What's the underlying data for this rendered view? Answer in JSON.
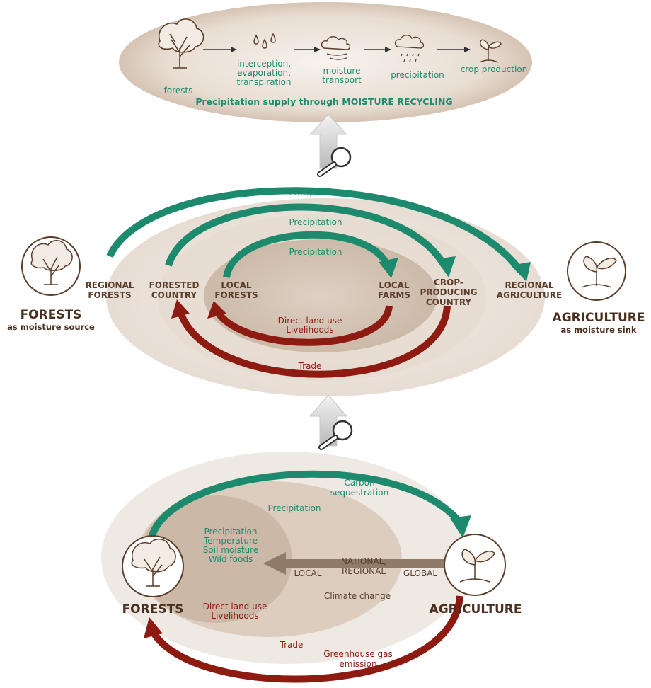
{
  "top": {
    "forests": "forests",
    "evap": [
      "interception,",
      "evaporation,",
      "transpiration"
    ],
    "moisture": [
      "moisture",
      "transport"
    ],
    "precipitation": "precipitation",
    "crop": "crop production",
    "caption": "Precipitation supply through MOISTURE RECYCLING"
  },
  "middle": {
    "precip_outer": "Precipitation",
    "precip_mid": "Precipitation",
    "precip_inner": "Precipitation",
    "regional_forests": [
      "REGIONAL",
      "FORESTS"
    ],
    "forested_country": [
      "FORESTED",
      "COUNTRY"
    ],
    "local_forests": [
      "LOCAL",
      "FORESTS"
    ],
    "local_farms": [
      "LOCAL",
      "FARMS"
    ],
    "crop_country": [
      "CROP-",
      "PRODUCING",
      "COUNTRY"
    ],
    "regional_agri": [
      "REGIONAL",
      "AGRICULTURE"
    ],
    "direct": [
      "Direct land use",
      "Livelihoods"
    ],
    "trade": "Trade",
    "forests_title": "FORESTS",
    "forests_sub": "as moisture source",
    "agri_title": "AGRICULTURE",
    "agri_sub": "as moisture sink"
  },
  "bottom": {
    "carbon": [
      "Carbon",
      "sequestration"
    ],
    "precip": "Precipitation",
    "local_list": [
      "Precipitation",
      "Temperature",
      "Soil moisture",
      "Wild foods"
    ],
    "local": "LOCAL",
    "national": [
      "NATIONAL,",
      "REGIONAL"
    ],
    "global": "GLOBAL",
    "climate": "Climate change",
    "direct": [
      "Direct land use",
      "Livelihoods"
    ],
    "trade": "Trade",
    "ghg": [
      "Greenhouse gas",
      "emission"
    ],
    "forests": "FORESTS",
    "agri": "AGRICULTURE"
  },
  "colors": {
    "green": "#1d8a6e",
    "red": "#8e1b12",
    "brown": "#5a3d2b",
    "ellipse_light": "#efe9e3",
    "ellipse_mid": "#dfd2c6",
    "ellipse_dark": "#ccb8a7"
  }
}
